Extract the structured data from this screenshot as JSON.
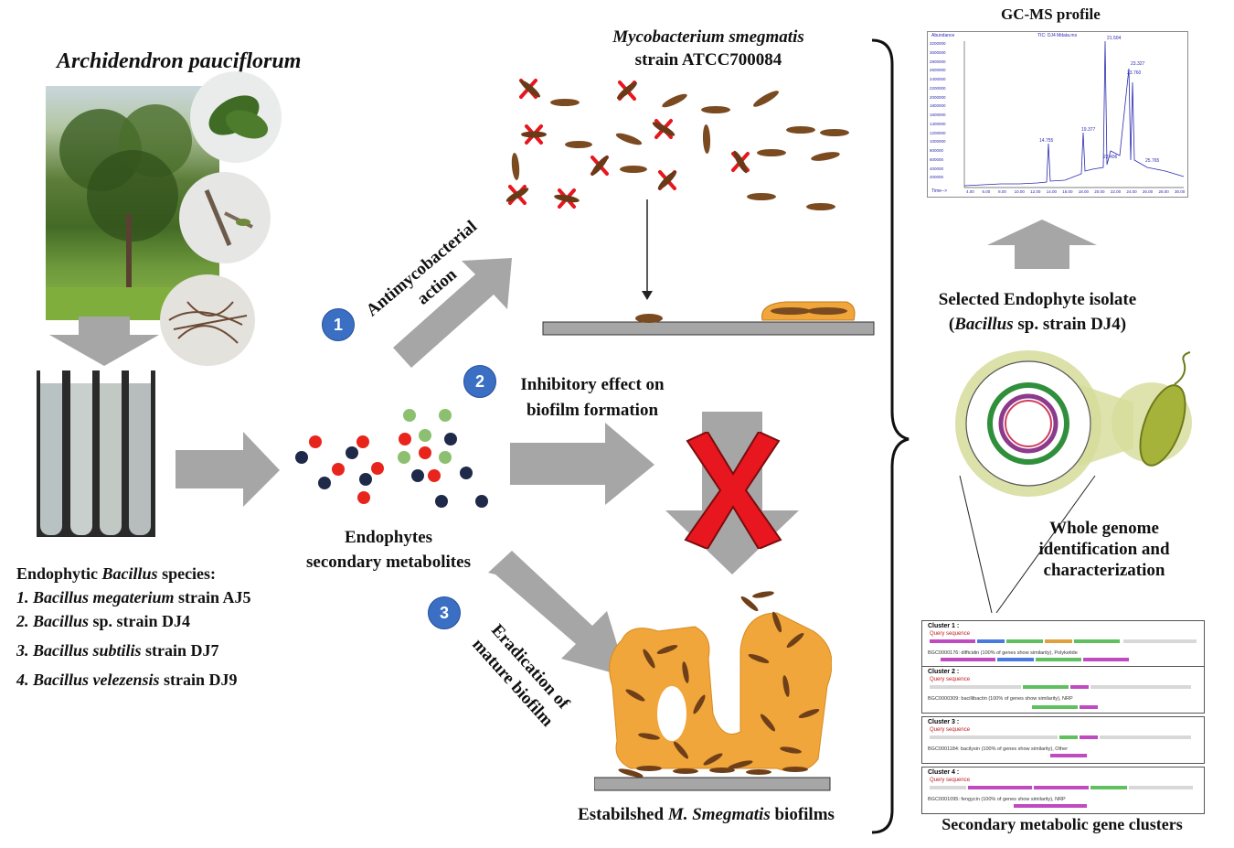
{
  "plant": {
    "title": "Archidendron pauciflorum"
  },
  "endophytes": {
    "heading_prefix": "Endophytic ",
    "heading_italic": "Bacillus",
    "heading_suffix": " species:",
    "strains": [
      {
        "num": "1.",
        "italic": "Bacillus megaterium",
        "rest": " strain AJ5"
      },
      {
        "num": "2.",
        "italic": "Bacillus",
        "rest": " sp. strain DJ4"
      },
      {
        "num": "3.",
        "italic": "Bacillus subtilis",
        "rest": " strain DJ7"
      },
      {
        "num": "4.",
        "italic": "Bacillus velezensis",
        "rest": " strain DJ9"
      }
    ]
  },
  "metabolites": {
    "line1": "Endophytes",
    "line2": "secondary metabolites"
  },
  "target": {
    "line1": "Mycobacterium smegmatis",
    "line2": "strain ATCC700084"
  },
  "actions": [
    {
      "num": "1",
      "line1": "Antimycobacterial",
      "line2": "action"
    },
    {
      "num": "2",
      "line1": "Inhibitory effect on",
      "line2": "biofilm formation"
    },
    {
      "num": "3",
      "line1": "Eradication of",
      "line2": "mature biofilm"
    }
  ],
  "biofilm": {
    "prefix": "Estabilshed ",
    "italic": "M. Smegmatis",
    "suffix": " biofilms"
  },
  "gcms": {
    "title": "GC-MS profile",
    "yaxis_label": "Abundance",
    "trace_label": "TIC: DJ4 Mdata.ms",
    "time_label": "Time-->",
    "y_ticks": [
      "3200000",
      "3000000",
      "2800000",
      "2600000",
      "2400000",
      "2200000",
      "2000000",
      "1800000",
      "1600000",
      "1400000",
      "1200000",
      "1000000",
      "800000",
      "600000",
      "400000",
      "200000"
    ],
    "x_ticks": [
      "4.00",
      "6.00",
      "8.00",
      "10.00",
      "12.00",
      "14.00",
      "16.00",
      "18.00",
      "20.00",
      "22.00",
      "24.00",
      "26.00",
      "28.00",
      "30.00"
    ],
    "peak_labels": [
      "21.504",
      "23.327",
      "23.760",
      "14.755",
      "19.377",
      "22.406",
      "25.765"
    ]
  },
  "isolate": {
    "line1": "Selected Endophyte isolate",
    "line2_prefix": "(",
    "line2_italic": "Bacillus",
    "line2_suffix": " sp. strain DJ4)"
  },
  "genome": {
    "line1": "Whole genome",
    "line2": "identification and",
    "line3": "characterization"
  },
  "clusters": {
    "footer": "Secondary metabolic gene clusters",
    "items": [
      {
        "title": "Cluster 1 :",
        "query": "Query sequence",
        "desc": "BGC0000176: difficidin (100% of genes show similarity), Polyketide"
      },
      {
        "title": "Cluster 2 :",
        "query": "Query sequence",
        "desc": "BGC0000309: bacillibactin (100% of genes show similarity), NRP"
      },
      {
        "title": "Cluster 3 :",
        "query": "Query sequence",
        "desc": "BGC0001184: bacilysin (100% of genes show similarity), Other"
      },
      {
        "title": "Cluster 4 :",
        "query": "Query sequence",
        "desc": "BGC0001095: fengycin (100% of genes show similarity), NRP"
      }
    ]
  },
  "colors": {
    "arrow": "#a6a6a6",
    "bacterium": "#7a4a20",
    "biofilm": "#f0a63a",
    "cross": "#e8161e",
    "badge": "#3a6fc4",
    "dot_red": "#e8251c",
    "dot_navy": "#1f2a4a",
    "dot_green": "#8cc070"
  }
}
